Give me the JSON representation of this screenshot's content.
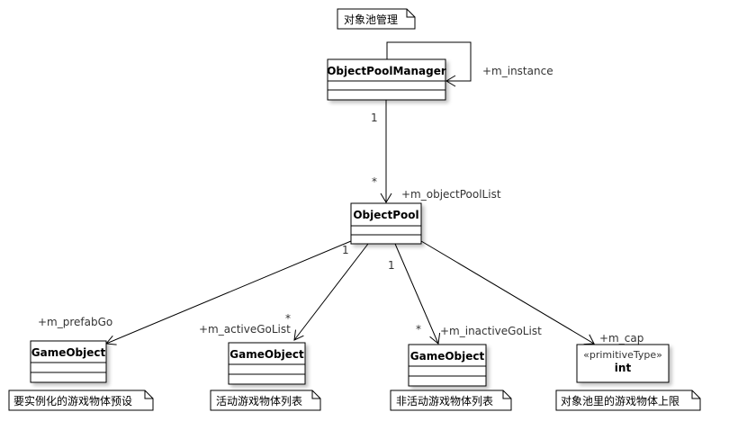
{
  "title_note": "对象池管理",
  "classes": {
    "manager": "ObjectPoolManager",
    "pool": "ObjectPool",
    "go_prefab": "GameObject",
    "go_active": "GameObject",
    "go_inactive": "GameObject",
    "int_stereotype": "«primitiveType»",
    "int_name": "int"
  },
  "roles": {
    "instance": "+m_instance",
    "pool_list": "+m_objectPoolList",
    "prefab": "+m_prefabGo",
    "active": "+m_activeGoList",
    "inactive": "+m_inactiveGoList",
    "cap": "+m_cap"
  },
  "multiplicities": {
    "mgr_source": "1",
    "mgr_target": "*",
    "active_source": "1",
    "active_target": "*",
    "inactive_source": "1",
    "inactive_target": "*"
  },
  "notes": {
    "prefab": "要实例化的游戏物体预设",
    "active": "活动游戏物体列表",
    "inactive": "非活动游戏物体列表",
    "cap": "对象池里的游戏物体上限"
  }
}
